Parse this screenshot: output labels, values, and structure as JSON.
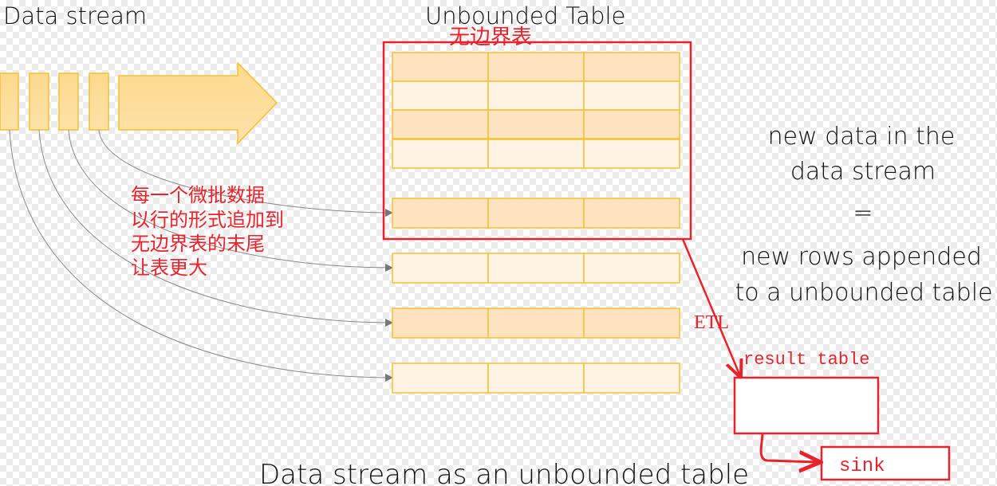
{
  "labels": {
    "data_stream": "Data stream",
    "unbounded_table": "Unbounded Table",
    "unbounded_table_cn": "无边界表",
    "explanation_cn": [
      "每一个微批数据",
      "以行的形式追加到",
      "无边界表的末尾",
      "让表更大"
    ],
    "right_text": [
      "new data in the",
      "data stream",
      "=",
      "new rows appended",
      "to a unbounded table"
    ],
    "etl": "ETL",
    "result_table": "result table",
    "sink": "sink",
    "caption": "Data stream as an unbounded table"
  },
  "colors": {
    "accent_red": "#e8232c",
    "row_dark": "#fde3c0",
    "row_light": "#fff3e4",
    "border_orange": "#f6c030",
    "stream": "#fdd68a"
  }
}
